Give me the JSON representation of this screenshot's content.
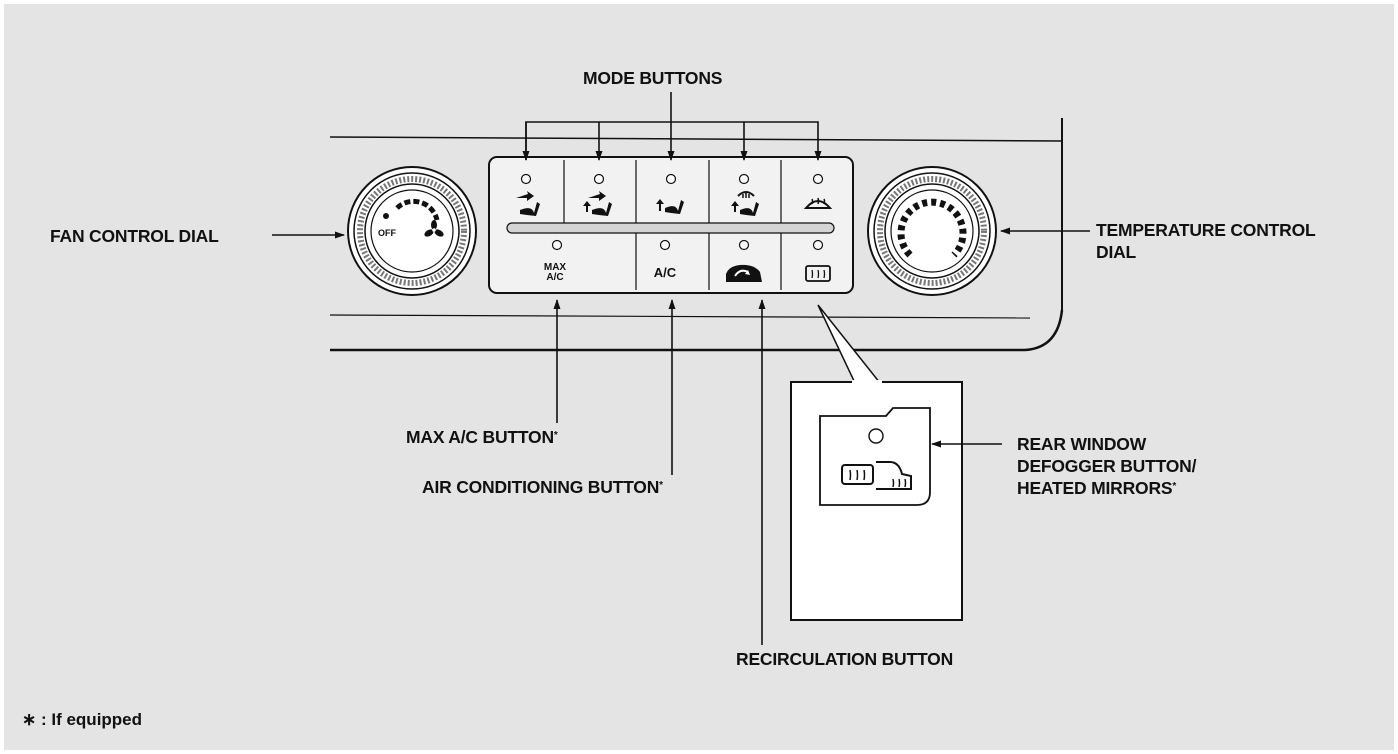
{
  "labels": {
    "mode_buttons": "MODE BUTTONS",
    "fan_control_dial": "FAN CONTROL DIAL",
    "temperature_control_dial_line1": "TEMPERATURE CONTROL",
    "temperature_control_dial_line2": "DIAL",
    "max_ac_button": "MAX A/C BUTTON",
    "air_conditioning_button": "AIR CONDITIONING BUTTON",
    "recirculation_button": "RECIRCULATION BUTTON",
    "rear_defogger_line1": "REAR WINDOW",
    "rear_defogger_line2": "DEFOGGER BUTTON/",
    "rear_defogger_line3": "HEATED MIRRORS"
  },
  "asterisk": "*",
  "footnote": {
    "symbol": "∗",
    "text": " : If equipped"
  },
  "panel_buttons": {
    "max_line1": "MAX",
    "max_line2": "A/C",
    "ac": "A/C"
  },
  "fan_dial": {
    "off_label": "OFF"
  },
  "colors": {
    "background": "#e4e4e4",
    "button_face": "#ffffff",
    "line": "#111111"
  }
}
